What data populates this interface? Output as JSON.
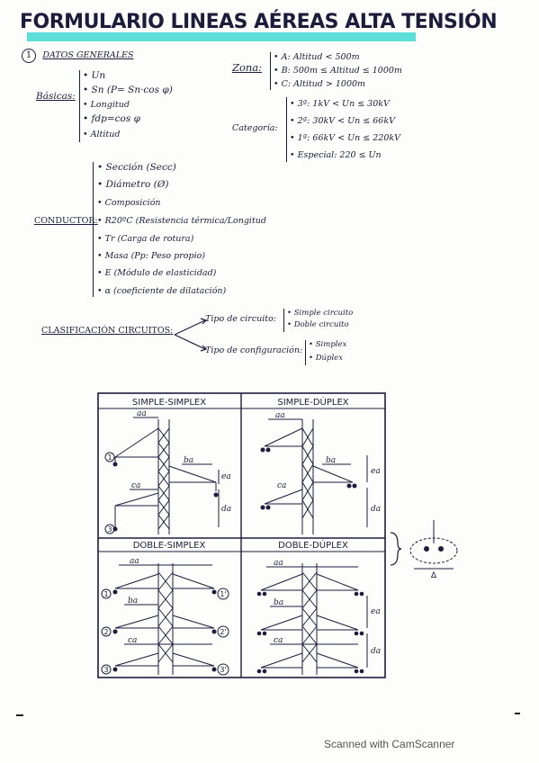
{
  "title": "FORMULARIO LINEAS AÉREAS ALTA TENSIÓN",
  "section1": {
    "number": "1",
    "heading": "DATOS GENERALES"
  },
  "basicas": {
    "label": "Básicas:",
    "items": [
      "• Un",
      "• Sn (P= Sn·cos φ)",
      "• Longitud",
      "• fdp=cos φ",
      "• Altitud"
    ]
  },
  "zona": {
    "label": "Zona:",
    "items": [
      "• A: Altitud < 500m",
      "• B: 500m ≤ Altitud ≤ 1000m",
      "• C: Altitud > 1000m"
    ]
  },
  "categoria": {
    "label": "Categoría:",
    "items": [
      "• 3ª: 1kV < Un ≤ 30kV",
      "• 2ª: 30kV < Un ≤ 66kV",
      "• 1ª: 66kV < Un ≤ 220kV",
      "• Especial: 220 ≤ Un"
    ]
  },
  "conductor": {
    "label": "CONDUCTOR:",
    "items": [
      "• Sección (Secc)",
      "• Diámetro (Ø)",
      "• Composición",
      "• R20ºC (Resistencia térmica/Longitud",
      "• Tr (Carga de rotura)",
      "• Masa (Pp: Peso propio)",
      "• E (Módulo de elasticidad)",
      "• α (coeficiente de dilatación)"
    ]
  },
  "clasificacion": {
    "label": "CLASIFICACIÓN CIRCUITOS:",
    "tipo_circuito": "Tipo de circuito:",
    "tipo_circuito_opts": [
      "• Simple circuito",
      "• Doble circuito"
    ],
    "tipo_config": "Tipo de configuración:",
    "tipo_config_opts": [
      "• Simplex",
      "• Dúplex"
    ]
  },
  "panels": [
    {
      "title": "SIMPLE-SIMPLEX"
    },
    {
      "title": "SIMPLE-DÚPLEX"
    },
    {
      "title": "DOBLE-SIMPLEX"
    },
    {
      "title": "DOBLE-DÚPLEX"
    }
  ],
  "labels": {
    "aa": "aa",
    "ba": "ba",
    "ca": "ca",
    "ea": "ea",
    "da": "da",
    "p1": "1",
    "p2": "2",
    "p3": "3",
    "p1p": "1'",
    "p2p": "2'",
    "p3p": "3'",
    "delta": "Δ"
  },
  "footer": "Scanned with CamScanner"
}
